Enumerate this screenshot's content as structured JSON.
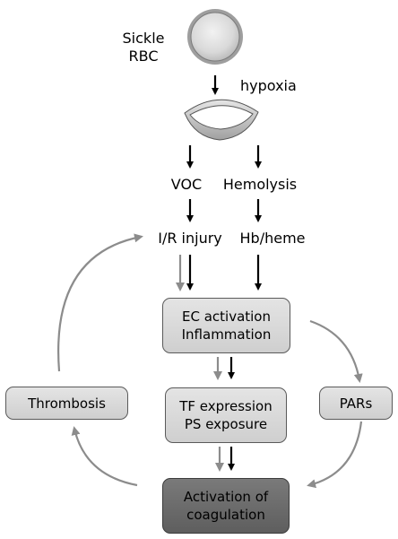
{
  "labels": {
    "sickle_line1": "Sickle",
    "sickle_line2": "RBC",
    "hypoxia": "hypoxia",
    "voc": "VOC",
    "hemolysis": "Hemolysis",
    "ir_injury": "I/R injury",
    "hb_heme": "Hb/heme"
  },
  "boxes": {
    "ec_activation": {
      "line1": "EC activation",
      "line2": "Inflammation"
    },
    "thrombosis": "Thrombosis",
    "tf_expression": {
      "line1": "TF expression",
      "line2": "PS exposure"
    },
    "pars": "PARs",
    "coagulation": {
      "line1": "Activation of",
      "line2": "coagulation"
    }
  },
  "colors": {
    "black_arrow": "#000000",
    "gray_arrow": "#8c8c8c",
    "box_fill": "#d9d9d9",
    "dark_box_fill": "#6b6b6b"
  }
}
